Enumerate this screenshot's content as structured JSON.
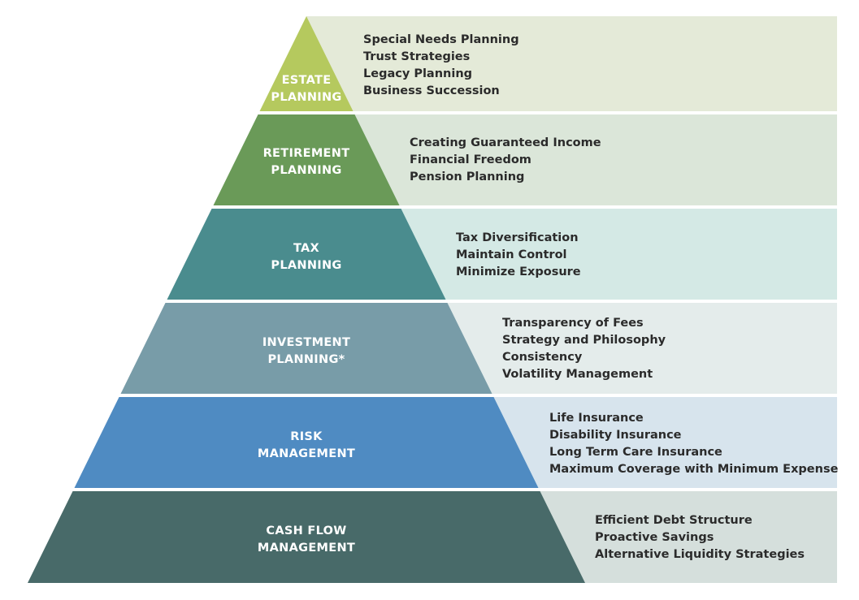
{
  "levels": [
    {
      "label_lines": [
        "ESTATE",
        "PLANNING"
      ],
      "items": [
        "Special Needs Planning",
        "Trust Strategies",
        "Legacy Planning",
        "Business Succession"
      ],
      "pyramid_color": "#b5c95e",
      "band_color": "#e4ead8"
    },
    {
      "label_lines": [
        "RETIREMENT",
        "PLANNING"
      ],
      "items": [
        "Creating Guaranteed Income",
        "Financial Freedom",
        "Pension Planning"
      ],
      "pyramid_color": "#6a9a58",
      "band_color": "#dbe6d9"
    },
    {
      "label_lines": [
        "TAX",
        "PLANNING"
      ],
      "items": [
        "Tax Diversification",
        "Maintain Control",
        "Minimize Exposure"
      ],
      "pyramid_color": "#4a8c8e",
      "band_color": "#d4e9e5"
    },
    {
      "label_lines": [
        "INVESTMENT",
        "PLANNING*"
      ],
      "items": [
        "Transparency of Fees",
        "Strategy and Philosophy",
        "Consistency",
        "Volatility Management"
      ],
      "pyramid_color": "#789ca8",
      "band_color": "#e4eceb"
    },
    {
      "label_lines": [
        "RISK",
        "MANAGEMENT"
      ],
      "items": [
        "Life Insurance",
        "Disability Insurance",
        "Long Term Care Insurance",
        "Maximum Coverage with Minimum Expense"
      ],
      "pyramid_color": "#4f8bc2",
      "band_color": "#d7e4ed"
    },
    {
      "label_lines": [
        "CASH FLOW",
        "MANAGEMENT"
      ],
      "items": [
        "Efficient Debt Structure",
        "Proactive Savings",
        "Alternative Liquidity Strategies"
      ],
      "pyramid_color": "#486a69",
      "band_color": "#d5dfdc"
    }
  ]
}
